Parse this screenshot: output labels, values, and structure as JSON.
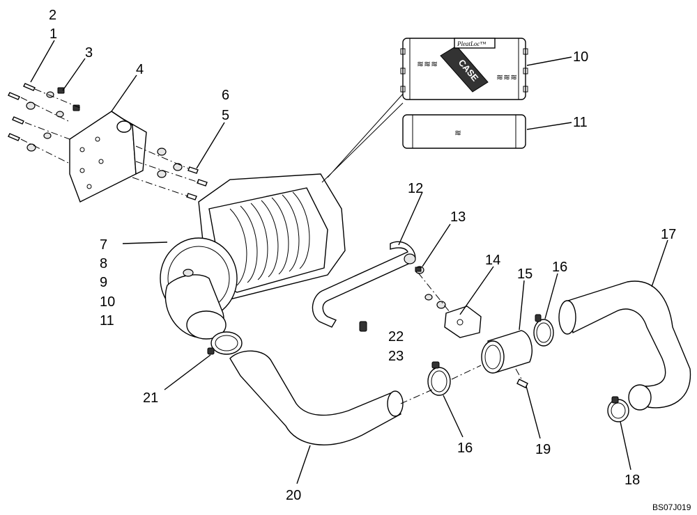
{
  "drawing_code": "BS07J019",
  "filter_brand": "PleatLoc™",
  "filter_logo": "CASE",
  "callouts": [
    {
      "id": "c2",
      "text": "2"
    },
    {
      "id": "c1",
      "text": "1"
    },
    {
      "id": "c3",
      "text": "3"
    },
    {
      "id": "c4",
      "text": "4"
    },
    {
      "id": "c6",
      "text": "6"
    },
    {
      "id": "c5",
      "text": "5"
    },
    {
      "id": "c10a",
      "text": "10"
    },
    {
      "id": "c11a",
      "text": "11"
    },
    {
      "id": "c7",
      "text": "7"
    },
    {
      "id": "c8",
      "text": "8"
    },
    {
      "id": "c9",
      "text": "9"
    },
    {
      "id": "c10b",
      "text": "10"
    },
    {
      "id": "c11b",
      "text": "11"
    },
    {
      "id": "c12",
      "text": "12"
    },
    {
      "id": "c13",
      "text": "13"
    },
    {
      "id": "c14",
      "text": "14"
    },
    {
      "id": "c15",
      "text": "15"
    },
    {
      "id": "c16a",
      "text": "16"
    },
    {
      "id": "c17",
      "text": "17"
    },
    {
      "id": "c22",
      "text": "22"
    },
    {
      "id": "c23",
      "text": "23"
    },
    {
      "id": "c21",
      "text": "21"
    },
    {
      "id": "c16b",
      "text": "16"
    },
    {
      "id": "c19",
      "text": "19"
    },
    {
      "id": "c18",
      "text": "18"
    },
    {
      "id": "c20",
      "text": "20"
    }
  ]
}
